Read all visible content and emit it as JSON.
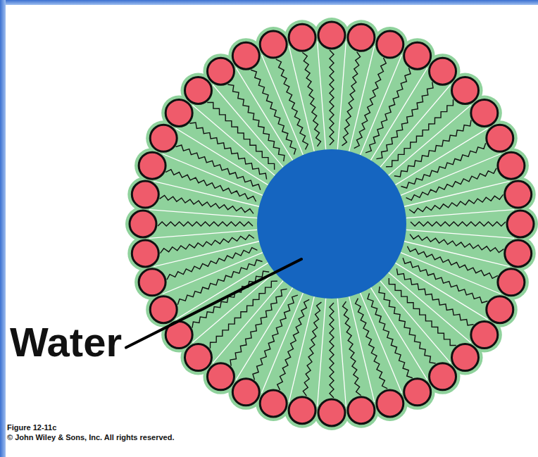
{
  "diagram": {
    "labels": [
      "Water",
      "Figure 12-11c",
      "© John Wiley & Sons, Inc. All rights reserved."
    ]
  }
}
